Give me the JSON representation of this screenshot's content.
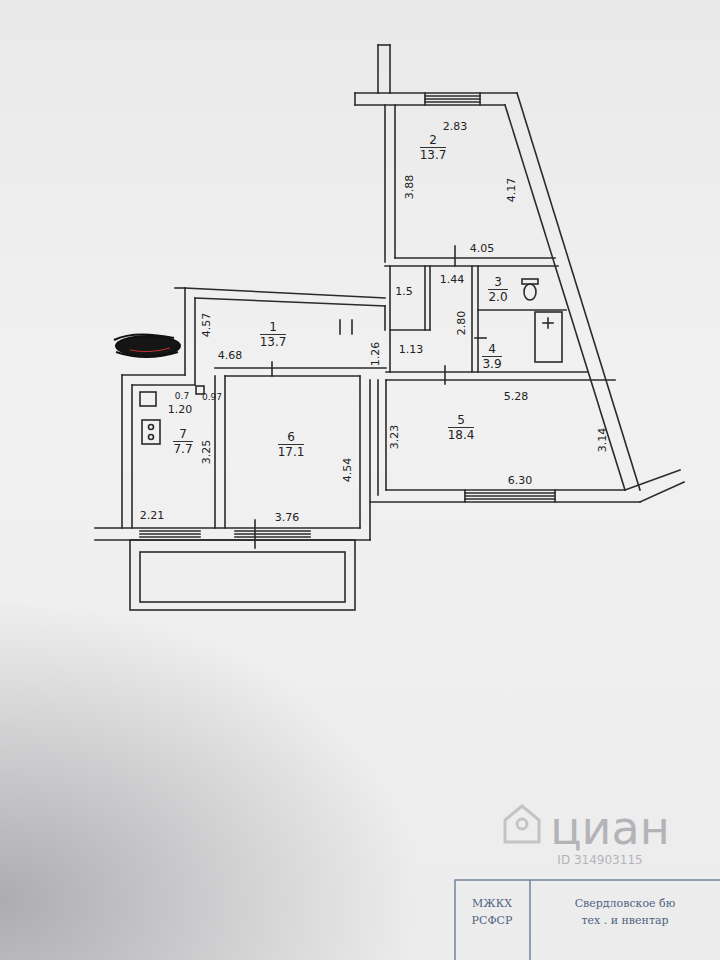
{
  "diagram": {
    "nodes": [
      {
        "text": [
          "2",
          "13.7"
        ]
      },
      {
        "text": [
          "1",
          "13.7"
        ]
      },
      {
        "text": [
          "3",
          "2.0"
        ]
      },
      {
        "text": [
          "4",
          "3.9"
        ]
      },
      {
        "text": [
          "5",
          "18.4"
        ]
      },
      {
        "text": [
          "6",
          "17.1"
        ]
      },
      {
        "text": [
          "7",
          "7.7"
        ]
      }
    ],
    "labels": [
      "2.83",
      "3.88",
      "4.17",
      "4.05",
      "1.5",
      "1.44",
      "2.80",
      "1.13",
      "4.57",
      "4.68",
      "1.26",
      "5.28",
      "3.23",
      "3.14",
      "6.30",
      "4.54",
      "3.76",
      "3.25",
      "2.21",
      "1.20",
      "0.7",
      "0.97",
      "циан",
      "ID 314903115",
      "МЖКХ",
      "РСФСР",
      "Свердловское бю",
      "тех . и нвентар"
    ]
  }
}
